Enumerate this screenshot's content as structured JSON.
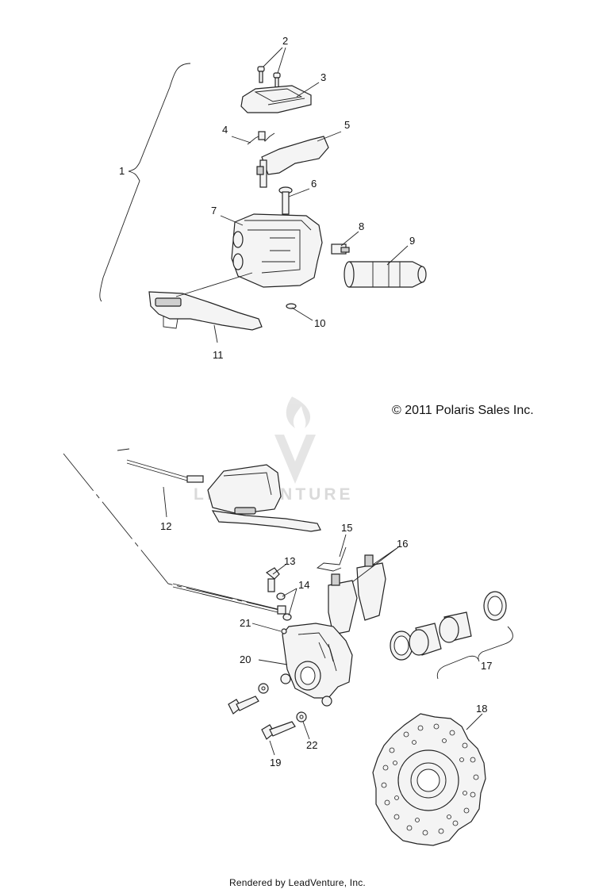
{
  "copyright": "© 2011 Polaris Sales Inc.",
  "footer": "Rendered by LeadVenture, Inc.",
  "watermark": "LEADVENTURE",
  "callouts": [
    "1",
    "2",
    "3",
    "4",
    "5",
    "6",
    "7",
    "8",
    "9",
    "10",
    "11",
    "12",
    "13",
    "14",
    "15",
    "16",
    "17",
    "18",
    "19",
    "20",
    "21",
    "22"
  ]
}
